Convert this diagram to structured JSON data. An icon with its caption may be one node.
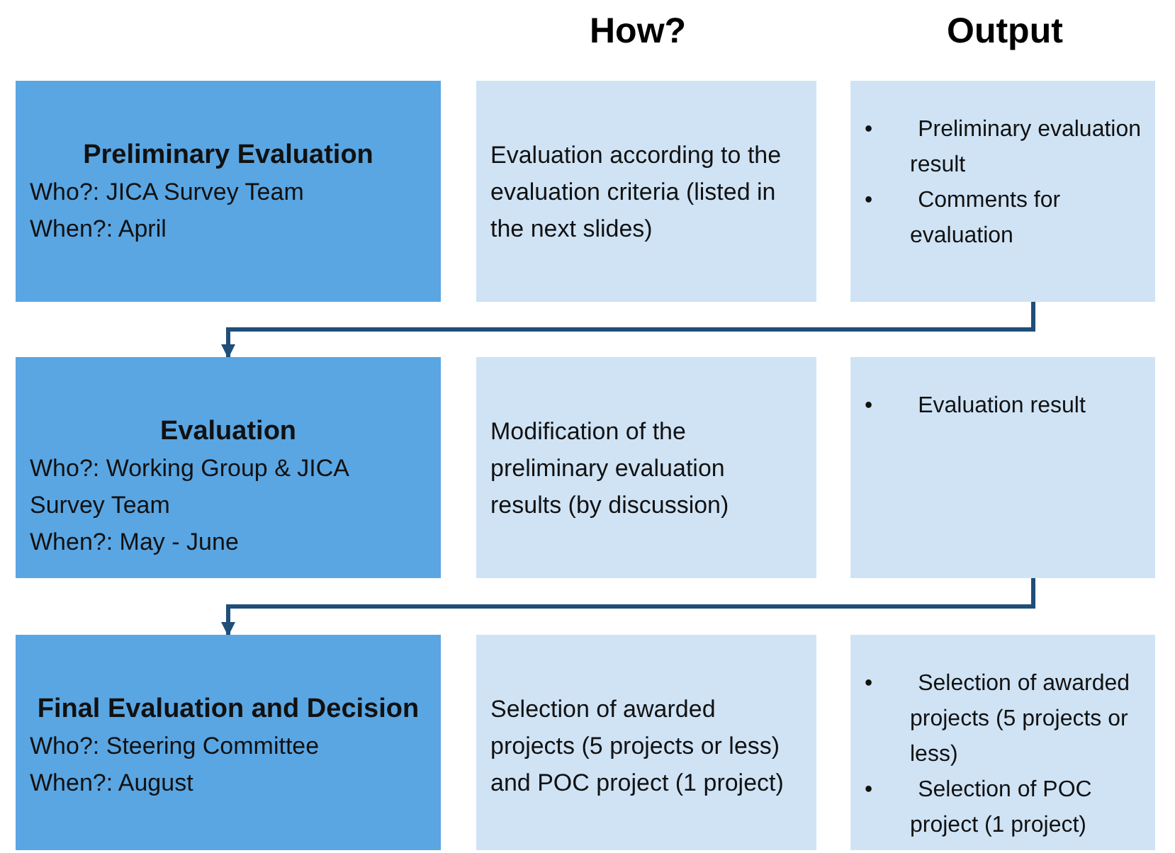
{
  "diagram": {
    "nodes": [
      {
        "text": [
          "Preliminary Evaluation",
          "Who?: JICA Survey Team",
          "When?: April"
        ]
      },
      {
        "text": [
          "Evaluation according to the evaluation criteria (listed in the next slides)"
        ]
      },
      {
        "text": [
          "• Preliminary evaluation result",
          "• Comments for evaluation"
        ]
      },
      {
        "text": [
          "Evaluation",
          "Who?: Working Group & JICA Survey Team",
          "When?: May - June"
        ]
      },
      {
        "text": [
          "Modification of the preliminary evaluation results (by discussion)"
        ]
      },
      {
        "text": [
          "• Evaluation result"
        ]
      },
      {
        "text": [
          "Final Evaluation and Decision",
          "Who?: Steering Committee",
          "When?: August"
        ]
      },
      {
        "text": [
          "Selection of awarded projects (5 projects or less) and POC project (1 project)"
        ]
      },
      {
        "text": [
          "• Selection of awarded projects (5 projects or less)",
          "• Selection of POC project (1 project)"
        ]
      }
    ],
    "edges": [
      {
        "from": 2,
        "to": 3,
        "arrow": "to"
      },
      {
        "from": 5,
        "to": 6,
        "arrow": "to"
      }
    ],
    "labels": [
      "How?",
      "Output"
    ]
  }
}
